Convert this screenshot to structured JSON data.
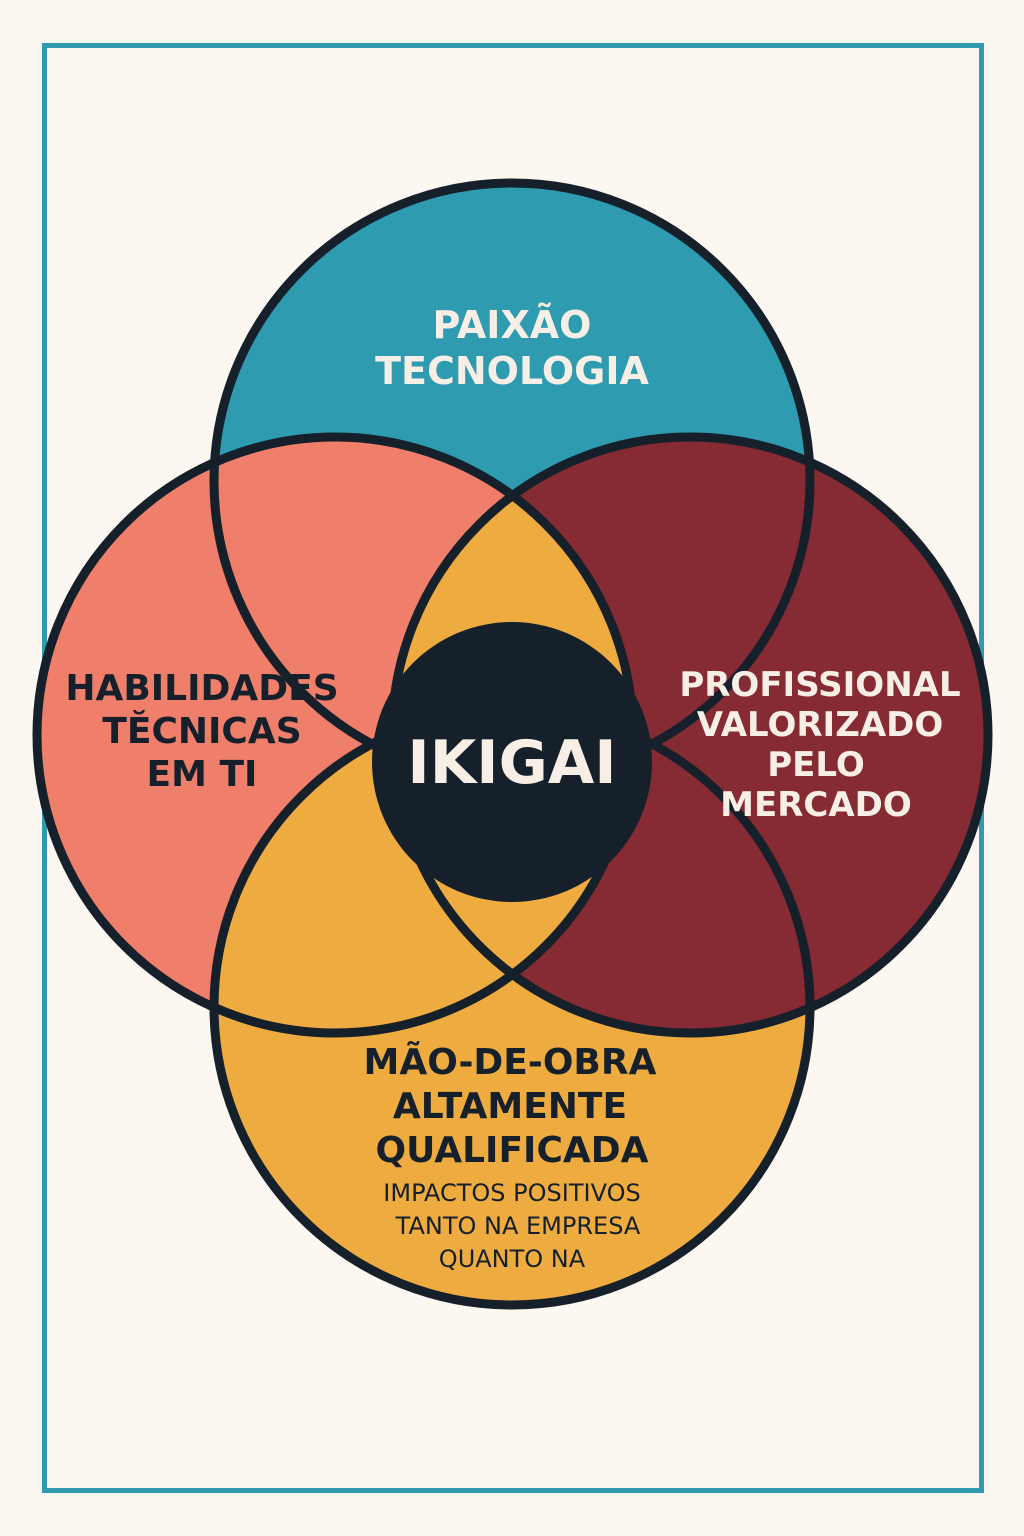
{
  "diagram": {
    "center_label": "IKIGAI",
    "top": {
      "lines": [
        "PAIXÃO",
        "TECNOLOGIA"
      ],
      "color": "#2e9bb0"
    },
    "left": {
      "lines": [
        "HABILIDADES",
        "TĔCNICAS",
        "EM TI"
      ],
      "color": "#ef7f6b"
    },
    "right": {
      "lines": [
        "PROFISSIONAL",
        "VALORIZADO",
        "PELO",
        "MERCADO"
      ],
      "color": "#862a33"
    },
    "bottom": {
      "lines": [
        "MÃO-DE-OBRA",
        "ALTAMENTE",
        "QUALIFICADA"
      ],
      "sublines": [
        "IMPACTOS POSITIVOS",
        "TANTO NA EMPRESA",
        "QUANTO NA"
      ],
      "color": "#eeab40"
    },
    "center_color": "#16202a",
    "outline_color": "#16202a",
    "frame_color": "#2e9bb0"
  }
}
